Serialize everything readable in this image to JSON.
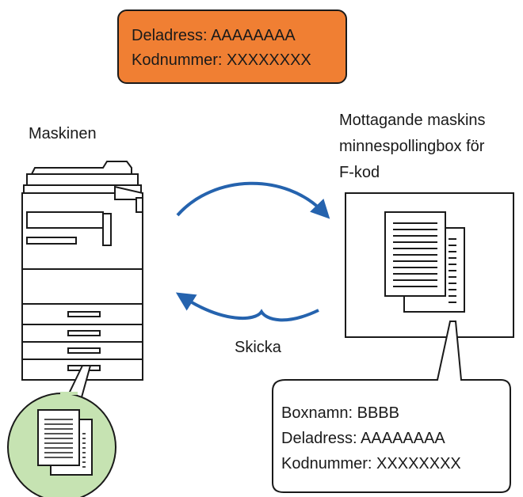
{
  "top_box": {
    "line1": "Deladress: AAAAAAAA",
    "line2": "Kodnummer: XXXXXXXX",
    "color": "#f07f33"
  },
  "machine_label": "Maskinen",
  "destination_label": {
    "line1": "Mottagande maskins",
    "line2": "minnespollingbox för",
    "line3": "F-kod"
  },
  "send_label": "Skicka",
  "callout": {
    "line1": "Boxnamn: BBBB",
    "line2": "Deladress: AAAAAAAA",
    "line3": "Kodnummer: XXXXXXXX"
  },
  "colors": {
    "arrow": "#2563ae",
    "circle": "#c6e3b2"
  }
}
